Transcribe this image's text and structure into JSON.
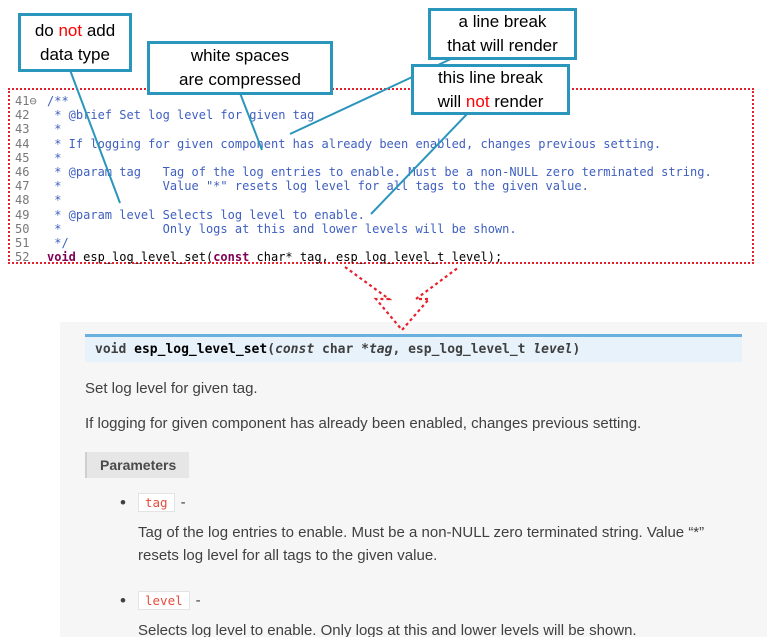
{
  "colors": {
    "callout_border": "#2b96bb",
    "red_accent": "#e8202d",
    "comment_text": "#3f5fbf",
    "keyword_text": "#7f0055",
    "signature_bg": "#e7f2fa",
    "signature_border": "#6ab0de",
    "param_name_text": "#e74c3c",
    "doc_panel_bg": "#f6f6f6"
  },
  "callouts": {
    "box1": {
      "line1_pre": "do ",
      "line1_not": "not",
      "line1_post": " add",
      "line2": "data type"
    },
    "box2": {
      "line1": "white spaces",
      "line2": "are  compressed"
    },
    "box3": {
      "line1": "a line break",
      "line2": "that will render"
    },
    "box4": {
      "line1": "this line break",
      "line2_pre": "will ",
      "line2_not": "not",
      "line2_post": " render"
    }
  },
  "code": {
    "lines": [
      {
        "num": "41⊖",
        "text": "/**"
      },
      {
        "num": "42",
        "text": " * @brief Set log level for given tag"
      },
      {
        "num": "43",
        "text": " *"
      },
      {
        "num": "44",
        "text": " * If logging for given component has already been enabled, changes previous setting."
      },
      {
        "num": "45",
        "text": " *"
      },
      {
        "num": "46",
        "text": " * @param tag   Tag of the log entries to enable. Must be a non-NULL zero terminated string."
      },
      {
        "num": "47",
        "text": " *              Value \"*\" resets log level for all tags to the given value."
      },
      {
        "num": "48",
        "text": " *"
      },
      {
        "num": "49",
        "text": " * @param level Selects log level to enable."
      },
      {
        "num": "50",
        "text": " *              Only logs at this and lower levels will be shown."
      },
      {
        "num": "51",
        "text": " */"
      }
    ],
    "line52": {
      "num": "52",
      "kw1": "void",
      "mid": " esp_log_level_set(",
      "kw2": "const",
      "end": " char* tag, esp_log_level_t level);"
    }
  },
  "doc": {
    "signature": {
      "kw_void": "void ",
      "name": "esp_log_level_set",
      "open": "(",
      "kw_const": "const",
      "arg1_type": " char *",
      "arg1_name": "tag",
      "sep": ", ",
      "arg2_type": "esp_log_level_t ",
      "arg2_name": "level",
      "close": ")"
    },
    "p1": "Set log level for given tag.",
    "p2": "If logging for given component has already been enabled, changes previous setting.",
    "parameters_label": "Parameters",
    "params": [
      {
        "name": "tag",
        "dash": "-",
        "desc": "Tag of the log entries to enable. Must be a non-NULL zero terminated string. Value “*” resets log level for all tags to the given value."
      },
      {
        "name": "level",
        "dash": "-",
        "desc": "Selects log level to enable. Only logs at this and lower levels will be shown."
      }
    ]
  }
}
